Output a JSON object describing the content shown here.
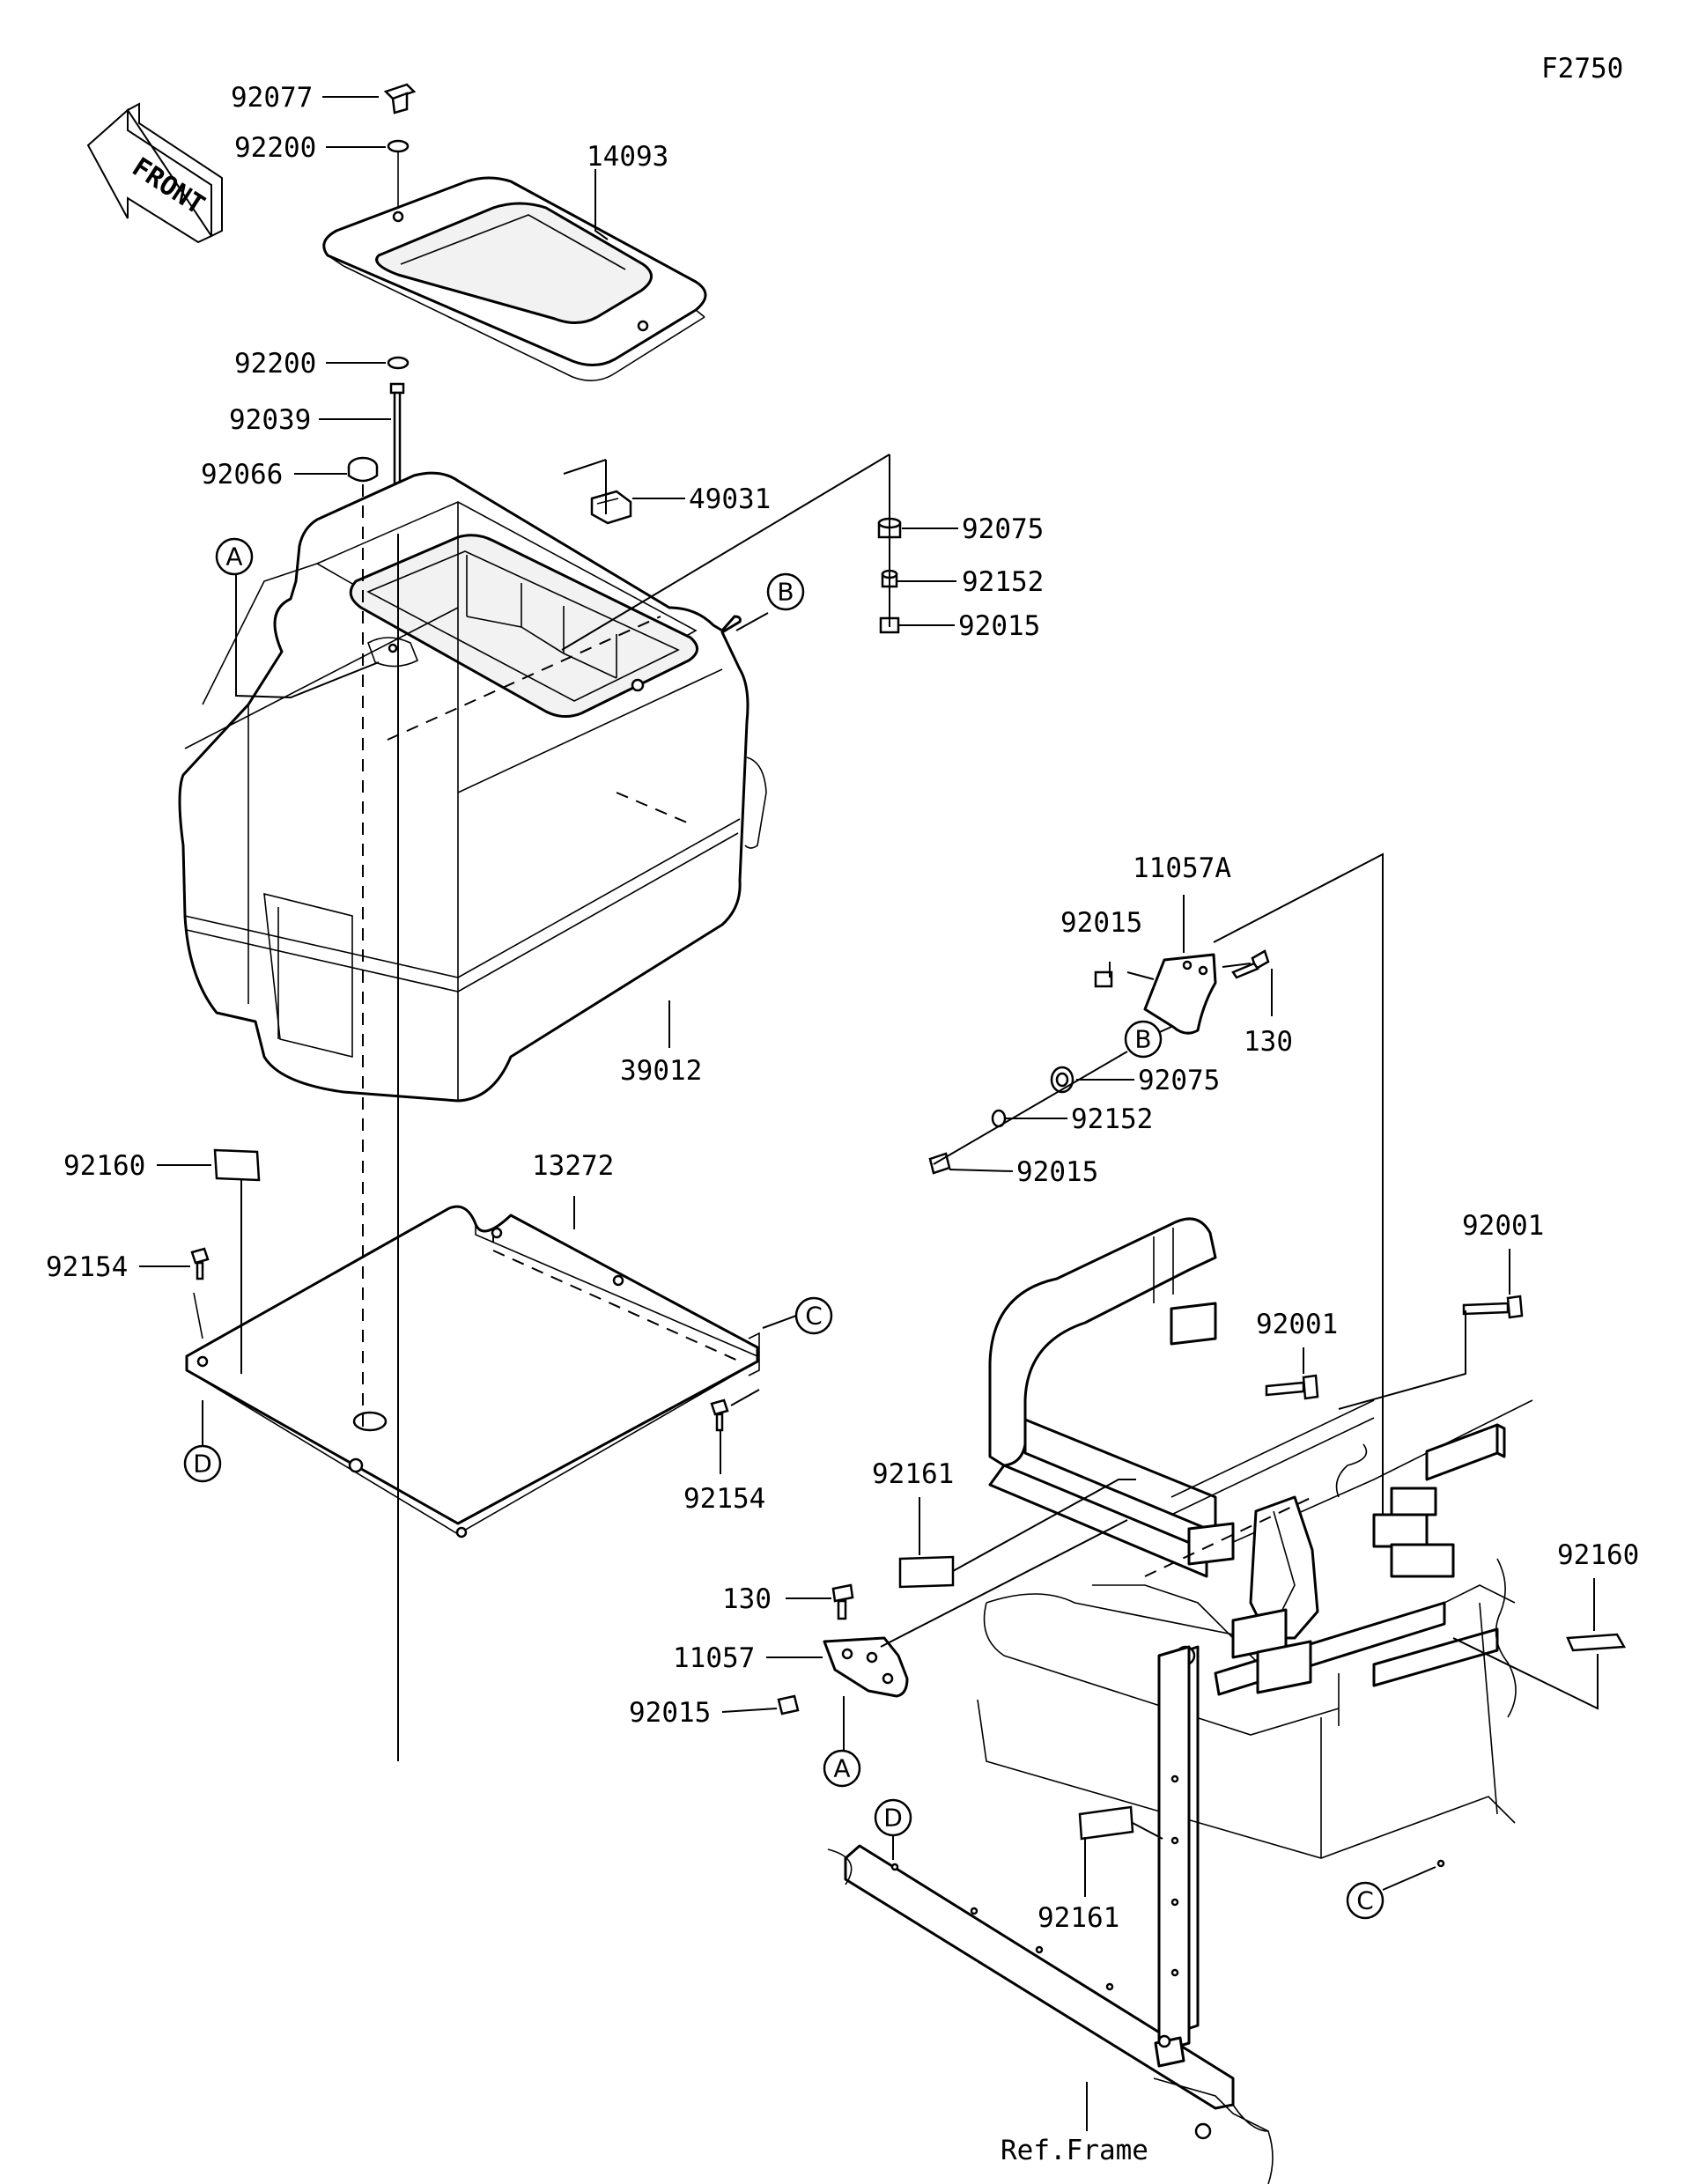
{
  "figure_code": "F2750",
  "front_label": "FRONT",
  "ref_frame_label": "Ref.Frame",
  "part_numbers": {
    "p92077": "92077",
    "p92200_top": "92200",
    "p14093": "14093",
    "p92200_mid": "92200",
    "p92039": "92039",
    "p92066": "92066",
    "p49031": "49031",
    "p92075_top": "92075",
    "p92152_top": "92152",
    "p92015_top": "92015",
    "p39012": "39012",
    "p92160_left": "92160",
    "p13272": "13272",
    "p92154_left": "92154",
    "p92154_right": "92154",
    "p11057A": "11057A",
    "p92015_right": "92015",
    "p130_right": "130",
    "p92075_right": "92075",
    "p92152_right": "92152",
    "p92015_right2": "92015",
    "p92001_right": "92001",
    "p92001_mid": "92001",
    "p92161_left": "92161",
    "p92160_right": "92160",
    "p130_left": "130",
    "p11057": "11057",
    "p92015_left": "92015",
    "p92161_bottom": "92161"
  },
  "callouts": {
    "a1": "A",
    "b1": "B",
    "c1": "C",
    "d1": "D",
    "b2": "B",
    "a2": "A",
    "d2": "D",
    "c2": "C"
  }
}
